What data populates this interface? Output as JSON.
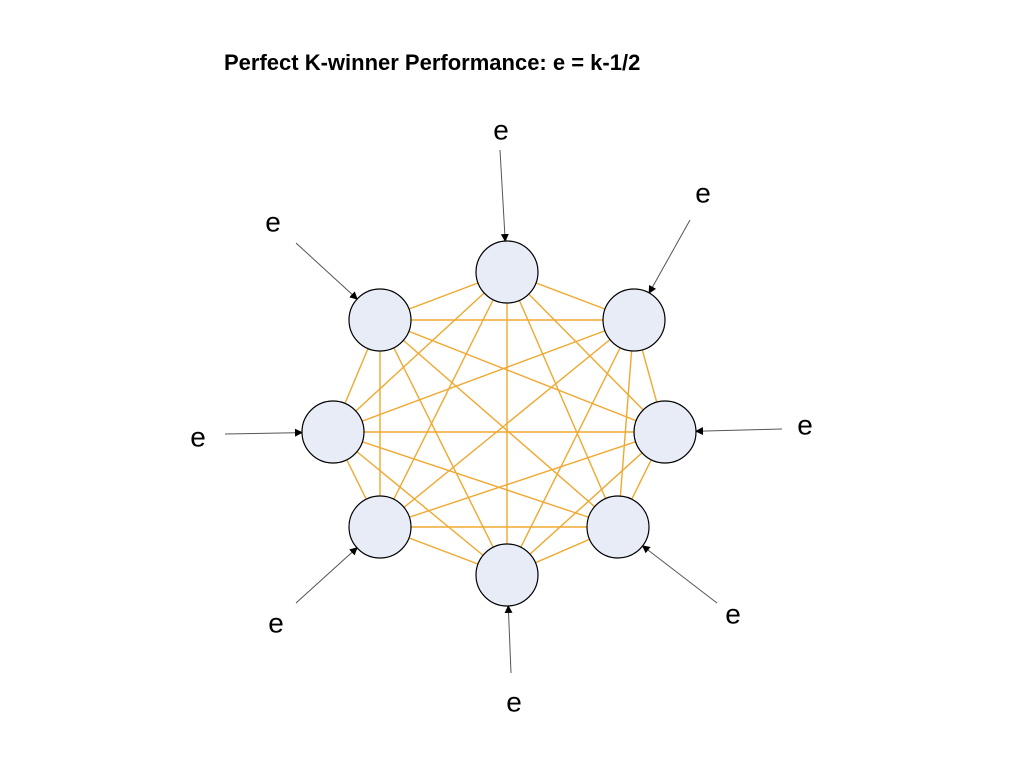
{
  "title": "Perfect K-winner Performance: e = k-1/2",
  "network": {
    "node_count": 8,
    "connectivity": "fully-connected",
    "colors": {
      "node_fill": "#e8ecf6",
      "node_stroke": "#000000",
      "edge": "#f0a830",
      "arrow": "#555555"
    },
    "inputs": [
      {
        "label": "e"
      },
      {
        "label": "e"
      },
      {
        "label": "e"
      },
      {
        "label": "e"
      },
      {
        "label": "e"
      },
      {
        "label": "e"
      },
      {
        "label": "e"
      },
      {
        "label": "e"
      }
    ]
  }
}
